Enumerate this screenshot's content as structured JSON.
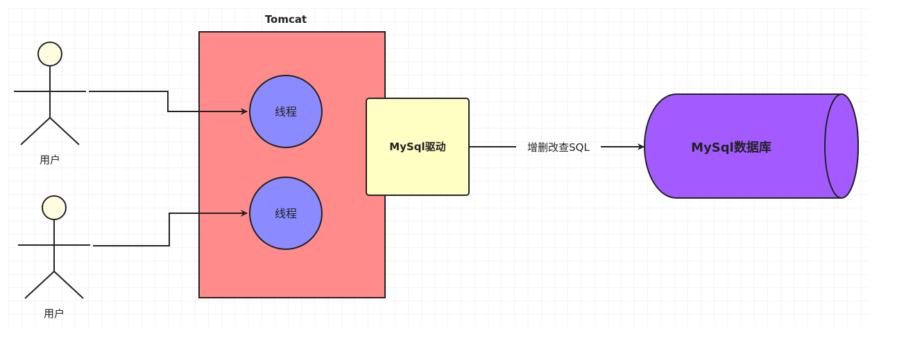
{
  "diagram": {
    "container": {
      "title": "Tomcat",
      "fill": "#ff8b8b"
    },
    "threads": [
      {
        "label": "线程",
        "fill": "#8b8bff"
      },
      {
        "label": "线程",
        "fill": "#8b8bff"
      }
    ],
    "users": [
      {
        "label": "用户",
        "fill": "#fffce0"
      },
      {
        "label": "用户",
        "fill": "#fffce0"
      }
    ],
    "driver": {
      "label": "MySql驱动",
      "fill": "#ffffc4"
    },
    "edge_label": "增删改查SQL",
    "database": {
      "label": "MySql数据库",
      "fill": "#a35bff"
    }
  }
}
